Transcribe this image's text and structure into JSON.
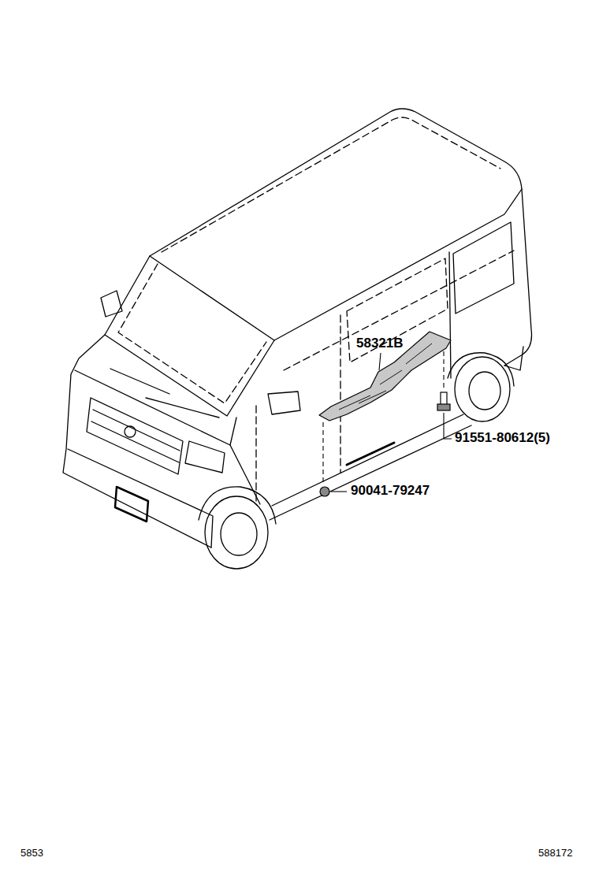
{
  "diagram": {
    "labels": [
      "58321B",
      "91551-80612(5)",
      "90041-79247",
      "5853",
      "588172"
    ]
  }
}
